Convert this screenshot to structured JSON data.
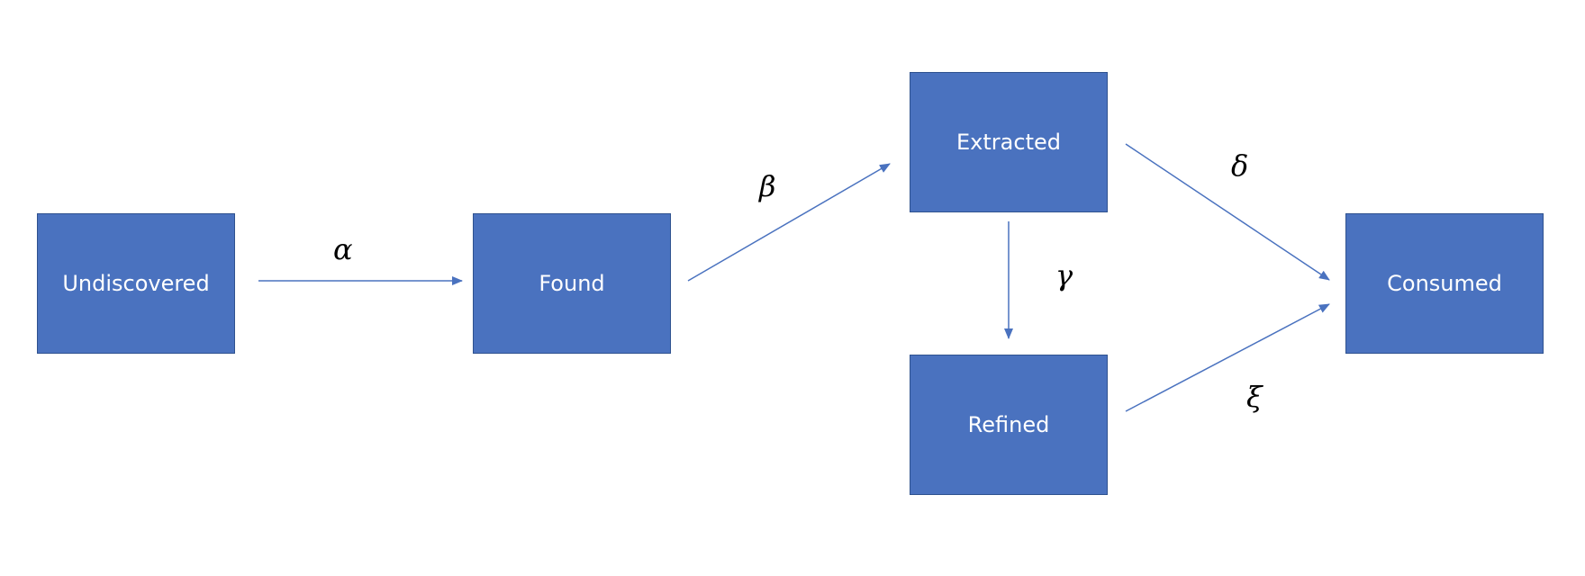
{
  "nodes": {
    "undiscovered": "Undiscovered",
    "found": "Found",
    "extracted": "Extracted",
    "refined": "Refined",
    "consumed": "Consumed"
  },
  "edges": {
    "alpha": "α",
    "beta": "β",
    "gamma": "γ",
    "delta": "δ",
    "xi": "ξ"
  },
  "colors": {
    "node_fill": "#4a72bf",
    "node_border": "#2f528f",
    "arrow": "#4a72bf"
  }
}
